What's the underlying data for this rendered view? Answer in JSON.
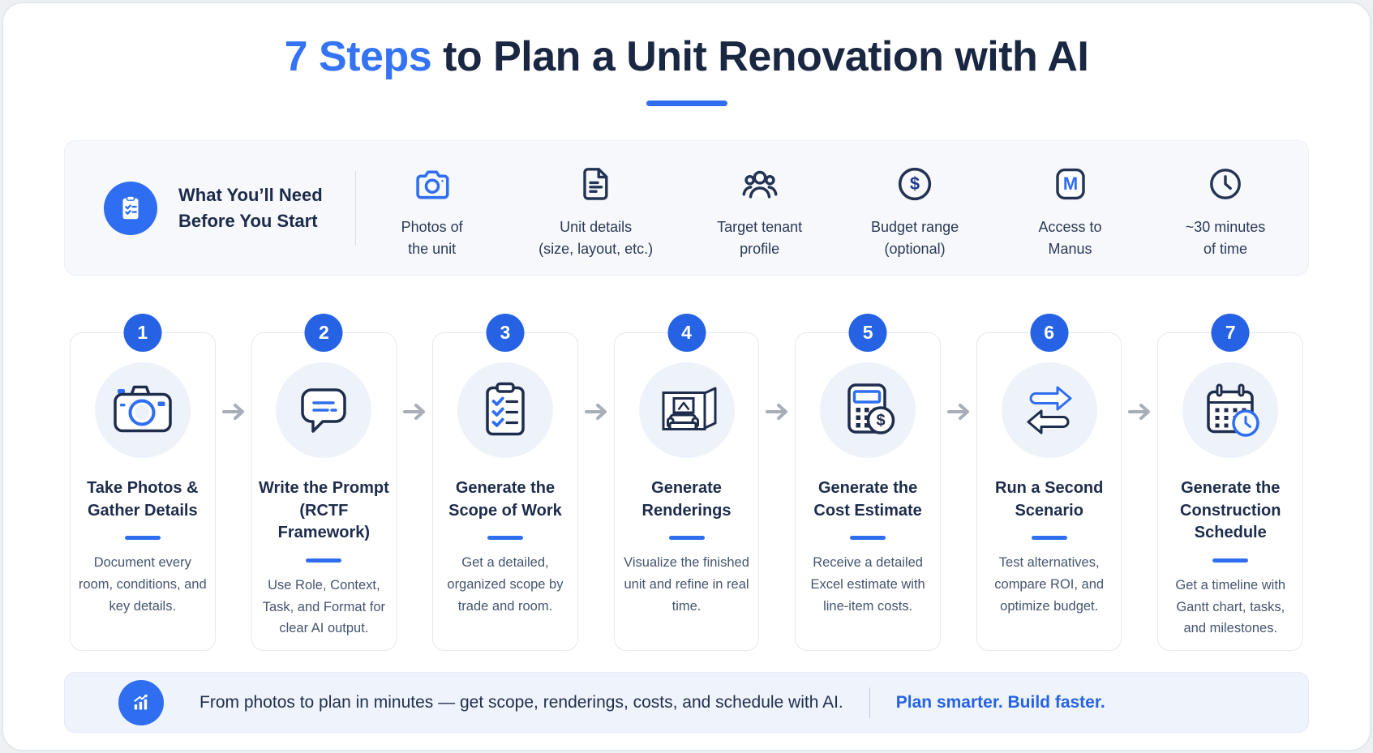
{
  "colors": {
    "accent_blue": "#2f6ef0",
    "badge_blue": "#2563e4",
    "title_blue": "#3373f4",
    "navy": "#1d2b4a",
    "body_text": "#45556e",
    "panel_bg": "#f6f8fb",
    "footer_bg": "#eef3fc",
    "card_border": "#e4e9f0",
    "arrow_gray": "#a7aeb8"
  },
  "header": {
    "title_highlight": "7 Steps",
    "title_rest": " to Plan a Unit Renovation with AI"
  },
  "needs": {
    "heading_line1": "What You’ll Need",
    "heading_line2": "Before You Start",
    "items": [
      {
        "icon": "camera-icon",
        "line1": "Photos of",
        "line2": "the unit"
      },
      {
        "icon": "document-icon",
        "line1": "Unit details",
        "line2": "(size, layout, etc.)"
      },
      {
        "icon": "tenants-icon",
        "line1": "Target tenant",
        "line2": "profile"
      },
      {
        "icon": "budget-icon",
        "line1": "Budget range",
        "line2": "(optional)"
      },
      {
        "icon": "manus-icon",
        "line1": "Access to",
        "line2": "Manus"
      },
      {
        "icon": "clock-icon",
        "line1": "~30 minutes",
        "line2": "of time"
      }
    ]
  },
  "glyphs": {
    "manus": "M",
    "dollar": "$"
  },
  "steps": [
    {
      "number": "1",
      "icon": "camera-icon",
      "title": "Take Photos & Gather Details",
      "description": "Document every room, conditions, and key details."
    },
    {
      "number": "2",
      "icon": "prompt-bubble-icon",
      "title": "Write the Prompt (RCTF Framework)",
      "description": "Use Role, Context, Task, and Format for clear AI output."
    },
    {
      "number": "3",
      "icon": "checklist-icon",
      "title": "Generate the Scope of Work",
      "description": "Get a detailed, organized scope by trade and room."
    },
    {
      "number": "4",
      "icon": "room-rendering-icon",
      "title": "Generate Renderings",
      "description": "Visualize the finished unit and refine in real time."
    },
    {
      "number": "5",
      "icon": "calculator-icon",
      "title": "Generate the Cost Estimate",
      "description": "Receive a detailed Excel estimate with line-item costs."
    },
    {
      "number": "6",
      "icon": "swap-arrows-icon",
      "title": "Run a Second Scenario",
      "description": "Test alternatives, compare ROI, and optimize budget."
    },
    {
      "number": "7",
      "icon": "schedule-icon",
      "title": "Generate the Construction Schedule",
      "description": "Get a timeline with Gantt chart, tasks, and milestones."
    }
  ],
  "footer": {
    "message": "From photos to plan in minutes — get scope, renderings, costs, and schedule with AI.",
    "tagline": "Plan smarter. Build faster."
  }
}
